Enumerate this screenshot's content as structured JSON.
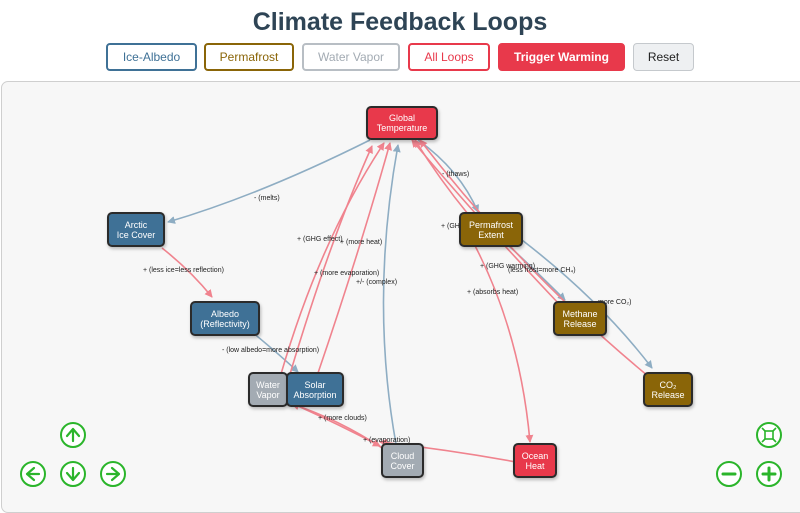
{
  "title": "Climate Feedback Loops",
  "buttons": {
    "ice_albedo": "Ice-Albedo",
    "permafrost": "Permafrost",
    "water_vapor": "Water Vapor",
    "all_loops": "All Loops",
    "trigger": "Trigger Warming",
    "reset": "Reset"
  },
  "colors": {
    "ice": "#3f7196",
    "permafrost": "#8a6508",
    "vapor": "#a3abb3",
    "red": "#e8394b",
    "edge_red": "#f0838e",
    "edge_blue": "#8eadc3",
    "nav_green": "#2bb52b"
  },
  "nodes": {
    "global_temp": {
      "line1": "Global",
      "line2": "Temperature"
    },
    "arctic": {
      "line1": "Arctic",
      "line2": "Ice Cover"
    },
    "albedo": {
      "line1": "Albedo",
      "line2": "(Reflectivity)"
    },
    "water_vapor": {
      "line1": "Water",
      "line2": "Vapor"
    },
    "solar": {
      "line1": "Solar",
      "line2": "Absorption"
    },
    "permafrost": {
      "line1": "Permafrost",
      "line2": "Extent"
    },
    "methane": {
      "line1": "Methane",
      "line2": "Release"
    },
    "co2": {
      "line1": "CO₂",
      "line2": "Release"
    },
    "cloud": {
      "line1": "Cloud",
      "line2": "Cover"
    },
    "ocean": {
      "line1": "Ocean",
      "line2": "Heat"
    }
  },
  "edge_labels": {
    "melts": "- (melts)",
    "thaws": "- (thaws)",
    "less_ice": "+ (less ice=less reflection)",
    "low_albedo": "- (low albedo=more absorption)",
    "ghg_effect": "+ (GHG effect)",
    "more_heat": "+ (more heat)",
    "more_evap": "+ (more evaporation)",
    "complex": "+/- (complex)",
    "ghg_perm": "+ (GH",
    "ghg_warming": "+ (GHG warming)",
    "less_frost_ch4": "(less frost=more CH₄)",
    "more_co2": "more CO₂)",
    "absorbs_heat": "+ (absorbs heat)",
    "more_clouds": "+ (more clouds)",
    "evaporation": "+ (evaporation)"
  },
  "nav": {
    "up": "up-arrow-icon",
    "left": "left-arrow-icon",
    "down": "down-arrow-icon",
    "right": "right-arrow-icon",
    "fit": "fit-screen-icon",
    "zoom_out": "zoom-out-icon",
    "zoom_in": "zoom-in-icon"
  }
}
